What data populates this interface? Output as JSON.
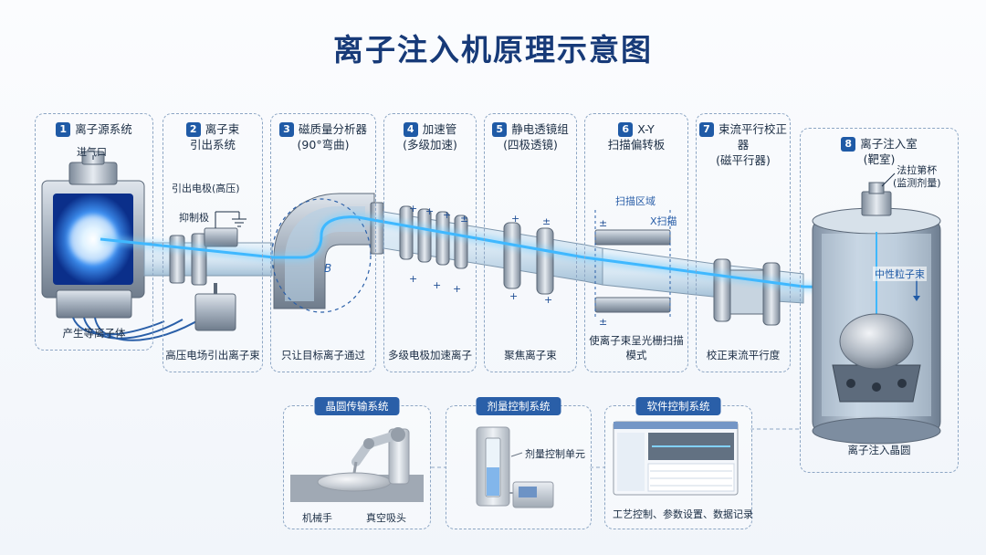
{
  "title": "离子注入机原理示意图",
  "stages": [
    {
      "num": "1",
      "title": "离子源系统",
      "subtitle": "",
      "caption": "产生等离子体"
    },
    {
      "num": "2",
      "title": "离子束",
      "subtitle": "引出系统",
      "caption": "高压电场引出离子束"
    },
    {
      "num": "3",
      "title": "磁质量分析器",
      "subtitle": "(90°弯曲)",
      "caption": "只让目标离子通过"
    },
    {
      "num": "4",
      "title": "加速管",
      "subtitle": "(多级加速)",
      "caption": "多级电极加速离子"
    },
    {
      "num": "5",
      "title": "静电透镜组",
      "subtitle": "(四极透镜)",
      "caption": "聚焦离子束"
    },
    {
      "num": "6",
      "title": "X-Y",
      "subtitle": "扫描偏转板",
      "caption": "使离子束呈光栅扫描模式"
    },
    {
      "num": "7",
      "title": "束流平行校正器",
      "subtitle": "(磁平行器)",
      "caption": "校正束流平行度"
    },
    {
      "num": "8",
      "title": "离子注入室",
      "subtitle": "(靶室)",
      "caption": "离子注入晶圆"
    }
  ],
  "labels": {
    "gas_inlet": "进气口",
    "extraction_electrode": "引出电极(高压)",
    "suppressor": "抑制极",
    "magnet_field": "B",
    "scan_region": "扫描区域",
    "x_scan": "X扫描",
    "faraday_cup": "法拉第杯",
    "faraday_cup_sub": "(监测剂量)",
    "neutral_beam": "中性粒子束",
    "plus": "+",
    "pm": "±"
  },
  "subsystems": {
    "wafer": {
      "title": "晶圆传输系统",
      "robot": "机械手",
      "chuck": "真空吸头"
    },
    "dose": {
      "title": "剂量控制系统",
      "unit": "剂量控制单元"
    },
    "software": {
      "title": "软件控制系统",
      "caption": "工艺控制、参数设置、数据记录"
    }
  },
  "colors": {
    "title": "#173a78",
    "beam": "#3fb8ff",
    "badge": "#1f5aa6",
    "metal": "#9aa6b4"
  }
}
